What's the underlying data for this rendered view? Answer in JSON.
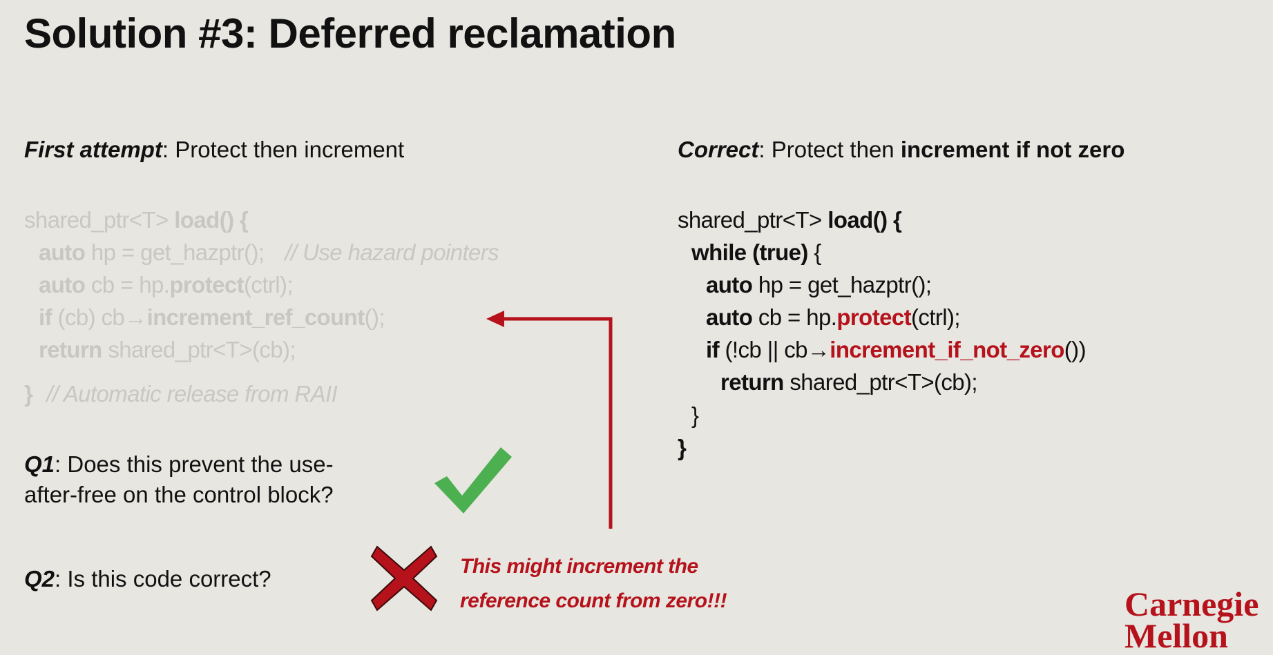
{
  "title": "Solution #3: Deferred reclamation",
  "left": {
    "heading_bold": "First attempt",
    "heading_rest": ": Protect then increment",
    "code": {
      "l1a": "shared_ptr<T> ",
      "l1b": "load() {",
      "l2a": "auto",
      "l2b": " hp = get_hazptr();",
      "l2c": "// Use hazard pointers",
      "l3a": "auto",
      "l3b": " cb = hp.",
      "l3c": "protect",
      "l3d": "(ctrl);",
      "l4a": "if",
      "l4b": " (cb) cb→",
      "l4c": "increment_ref_count",
      "l4d": "();",
      "l5a": "return",
      "l5b": " shared_ptr<T>(cb);",
      "l6a": "}",
      "l6b": "// Automatic release from RAII"
    },
    "q1_label": "Q1",
    "q1_text_1": ": Does this prevent the use-",
    "q1_text_2": "after-free on the control block?",
    "q2_label": "Q2",
    "q2_text": ": Is this code correct?",
    "note_1": "This might increment the",
    "note_2": "reference count from zero!!!"
  },
  "right": {
    "heading_bold": "Correct",
    "heading_mid": ": Protect then ",
    "heading_bold2": "increment if not zero",
    "code": {
      "l1a": "shared_ptr<T> ",
      "l1b": "load() {",
      "l2a": "while (true)",
      "l2b": " {",
      "l3a": "auto",
      "l3b": " hp = get_hazptr();",
      "l4a": "auto",
      "l4b": " cb = hp.",
      "l4c": "protect",
      "l4d": "(ctrl);",
      "l5a": "if",
      "l5b": " (!cb || cb→",
      "l5c": "increment_if_not_zero",
      "l5d": "())",
      "l6a": "return",
      "l6b": " shared_ptr<T>(cb);",
      "l7": "}",
      "l8": "}"
    }
  },
  "logo": "Carnegie Mellon",
  "colors": {
    "accent": "#b5121b",
    "check": "#4caf50",
    "background": "#e8e6e1"
  }
}
